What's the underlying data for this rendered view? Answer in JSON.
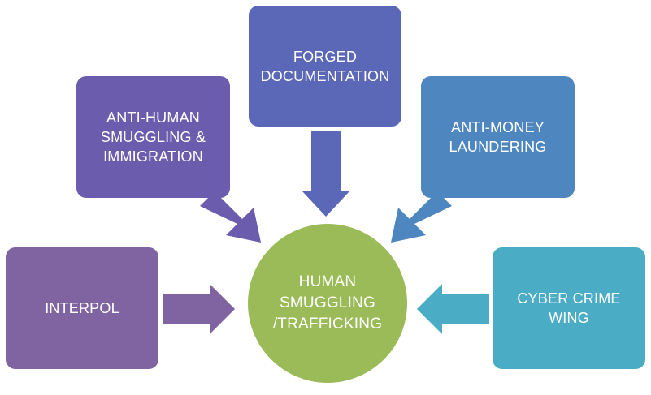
{
  "center": {
    "label": "HUMAN\nSMUGGLING\n/TRAFFICKING",
    "color": "#9BBB59"
  },
  "nodes": {
    "forged": {
      "label": "FORGED\nDOCUMENTATION",
      "color": "#5B67B7"
    },
    "antihuman": {
      "label": "ANTI-HUMAN\nSMUGGLING &\nIMMIGRATION",
      "color": "#6B5CAD"
    },
    "antimoney": {
      "label": "ANTI-MONEY\nLAUNDERING",
      "color": "#4E86C0"
    },
    "interpol": {
      "label": "INTERPOL",
      "color": "#8064A2"
    },
    "cyber": {
      "label": "CYBER CRIME\nWING",
      "color": "#4BACC6"
    }
  }
}
